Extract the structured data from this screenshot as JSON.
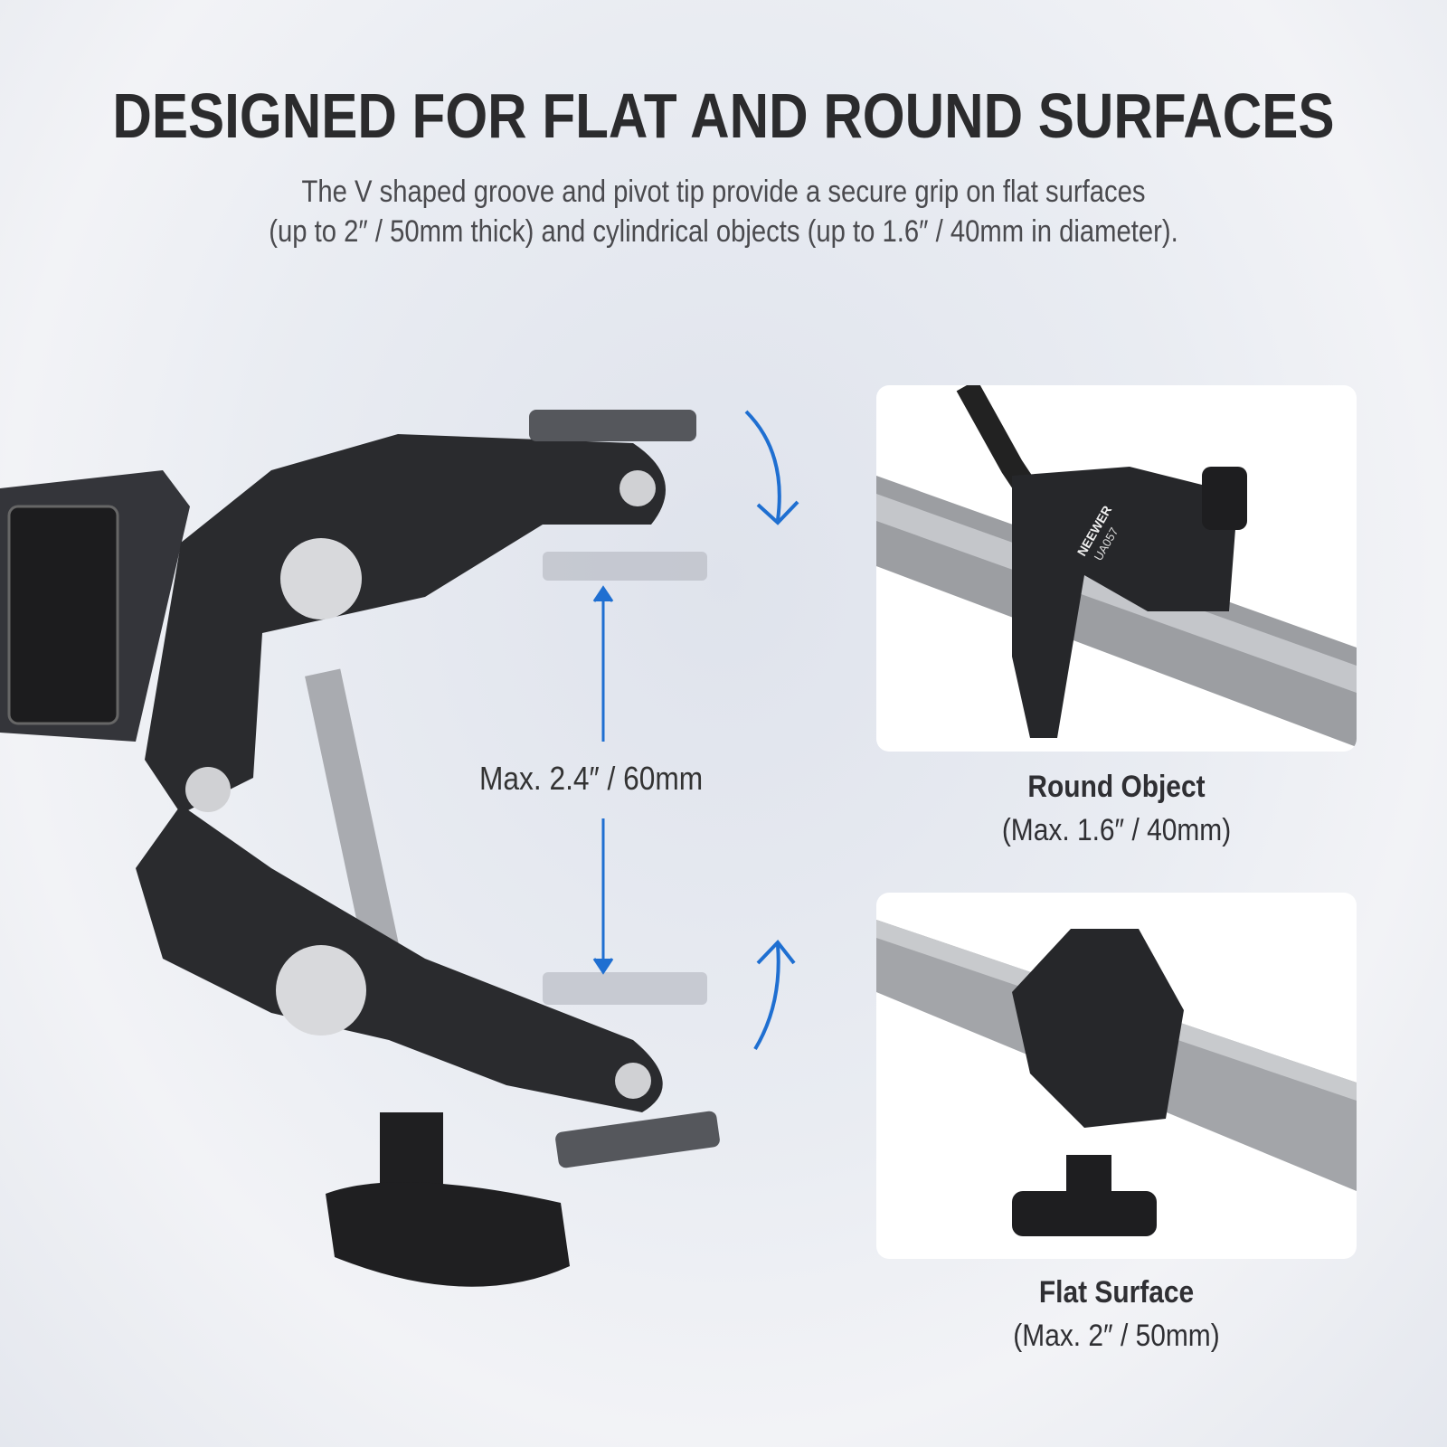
{
  "title": "DESIGNED FOR FLAT AND ROUND SURFACES",
  "subtitle_line1": "The V shaped groove and pivot tip provide a secure grip on flat surfaces",
  "subtitle_line2": "(up to 2″ / 50mm thick) and cylindrical objects (up to 1.6″ / 40mm in diameter).",
  "measurement": "Max. 2.4″ / 60mm",
  "panels": [
    {
      "title": "Round Object",
      "detail": "(Max. 1.6″ / 40mm)",
      "brand": "NEEWER",
      "model": "UA057"
    },
    {
      "title": "Flat Surface",
      "detail": "(Max. 2″ / 50mm)"
    }
  ],
  "colors": {
    "accent": "#1f6fd1",
    "clamp": "#2a2b2e",
    "text": "#2b2b2d"
  }
}
